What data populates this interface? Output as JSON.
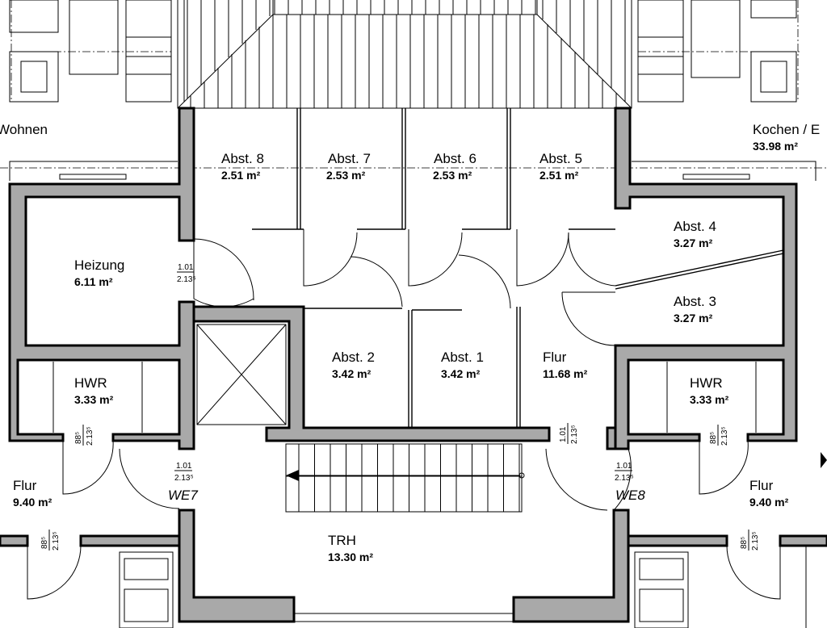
{
  "rooms": {
    "wohnen": {
      "name": "Wohnen"
    },
    "kochen": {
      "name": "Kochen / E",
      "area": "33.98 m²"
    },
    "abst8": {
      "name": "Abst. 8",
      "area": "2.51 m²"
    },
    "abst7": {
      "name": "Abst. 7",
      "area": "2.53 m²"
    },
    "abst6": {
      "name": "Abst. 6",
      "area": "2.53 m²"
    },
    "abst5": {
      "name": "Abst. 5",
      "area": "2.51 m²"
    },
    "abst4": {
      "name": "Abst. 4",
      "area": "3.27 m²"
    },
    "abst3": {
      "name": "Abst. 3",
      "area": "3.27 m²"
    },
    "abst2": {
      "name": "Abst. 2",
      "area": "3.42 m²"
    },
    "abst1": {
      "name": "Abst. 1",
      "area": "3.42 m²"
    },
    "heizung": {
      "name": "Heizung",
      "area": "6.11 m²"
    },
    "flur_center": {
      "name": "Flur",
      "area": "11.68 m²"
    },
    "hwr_left": {
      "name": "HWR",
      "area": "3.33 m²"
    },
    "hwr_right": {
      "name": "HWR",
      "area": "3.33 m²"
    },
    "flur_left": {
      "name": "Flur",
      "area": "9.40 m²"
    },
    "flur_right": {
      "name": "Flur",
      "area": "9.40 m²"
    },
    "trh": {
      "name": "TRH",
      "area": "13.30 m²"
    }
  },
  "units": {
    "we7": "WE7",
    "we8": "WE8"
  },
  "door_dims": {
    "heizung": {
      "w": "1.01",
      "h": "2.13⁵"
    },
    "we7": {
      "w": "1.01",
      "h": "2.13⁵"
    },
    "we8": {
      "w": "1.01",
      "h": "2.13⁵"
    },
    "flur_center": {
      "w": "1.01",
      "h": "2.13⁵"
    },
    "hwr_left": {
      "w": "88⁵",
      "h": "2.13⁵"
    },
    "hwr_right": {
      "w": "88⁵",
      "h": "2.13⁵"
    },
    "flur_left": {
      "w": "88⁵",
      "h": "2.13⁵"
    },
    "flur_right": {
      "w": "88⁵",
      "h": "2.13⁵"
    }
  }
}
